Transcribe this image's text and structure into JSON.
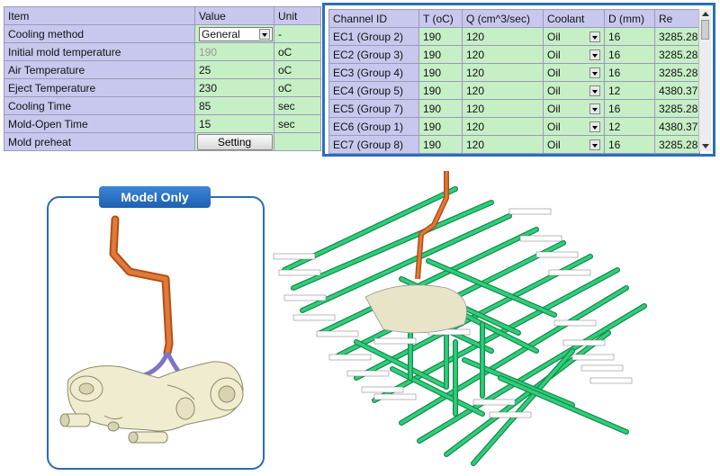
{
  "params": {
    "headers": [
      "Item",
      "Value",
      "Unit"
    ],
    "rows": [
      {
        "item": "Cooling method",
        "value": "General",
        "unit": "-",
        "type": "select"
      },
      {
        "item": "Initial mold temperature",
        "value": "190",
        "unit": "oC",
        "type": "disabled"
      },
      {
        "item": "Air Temperature",
        "value": "25",
        "unit": "oC",
        "type": "text"
      },
      {
        "item": "Eject Temperature",
        "value": "230",
        "unit": "oC",
        "type": "text"
      },
      {
        "item": "Cooling Time",
        "value": "85",
        "unit": "sec",
        "type": "text"
      },
      {
        "item": "Mold-Open Time",
        "value": "15",
        "unit": "sec",
        "type": "text"
      },
      {
        "item": "Mold preheat",
        "value": "Setting",
        "unit": "",
        "type": "button"
      }
    ]
  },
  "channels": {
    "headers": [
      "Channel ID",
      "T (oC)",
      "Q (cm^3/sec)",
      "Coolant",
      "D (mm)",
      "Re"
    ],
    "rows": [
      {
        "id": "EC1 (Group 2)",
        "t": "190",
        "q": "120",
        "coolant": "Oil",
        "d": "16",
        "re": "3285.28"
      },
      {
        "id": "EC2 (Group 3)",
        "t": "190",
        "q": "120",
        "coolant": "Oil",
        "d": "16",
        "re": "3285.28"
      },
      {
        "id": "EC3 (Group 4)",
        "t": "190",
        "q": "120",
        "coolant": "Oil",
        "d": "16",
        "re": "3285.28"
      },
      {
        "id": "EC4 (Group 5)",
        "t": "190",
        "q": "120",
        "coolant": "Oil",
        "d": "12",
        "re": "4380.37"
      },
      {
        "id": "EC5 (Group 7)",
        "t": "190",
        "q": "120",
        "coolant": "Oil",
        "d": "16",
        "re": "3285.28"
      },
      {
        "id": "EC6 (Group 1)",
        "t": "190",
        "q": "120",
        "coolant": "Oil",
        "d": "12",
        "re": "4380.37"
      },
      {
        "id": "EC7 (Group 8)",
        "t": "190",
        "q": "120",
        "coolant": "Oil",
        "d": "16",
        "re": "3285.28"
      }
    ]
  },
  "model_label": "Model Only",
  "colors": {
    "header_bg": "#c8c8ee",
    "cell_bg": "#c6efc6",
    "panel_border": "#2a6ebd",
    "channel_green": "#2ecf7a",
    "sprue_orange": "#d46a2a",
    "part_ivory": "#efeccf"
  }
}
